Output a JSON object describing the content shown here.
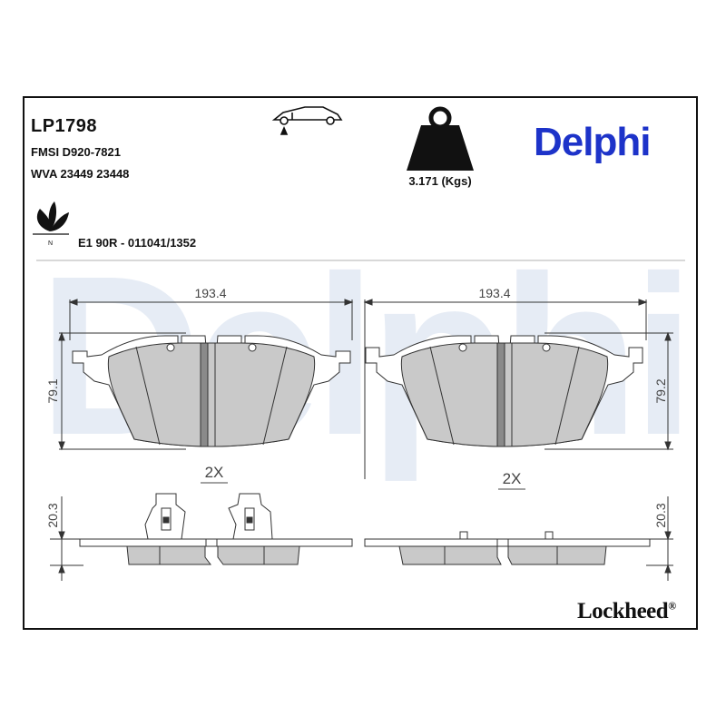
{
  "header": {
    "part_number": "LP1798",
    "fmsi": "FMSI D920-7821",
    "wva": "WVA 23449 23448",
    "certification": "E1 90R - 011041/1352"
  },
  "weight": {
    "label": "3.171 (Kgs)"
  },
  "brand": {
    "name": "Delphi",
    "color": "#1d33c9",
    "watermark_color": "#e6ecf5"
  },
  "sub_brand": {
    "name": "Lockheed",
    "mark": "®"
  },
  "icons": {
    "car": "car-front-axle-icon",
    "weight": "weight-icon",
    "eco": "eco-leaf-icon"
  },
  "eco_mark": {
    "glyph": "N"
  },
  "drawings": {
    "left_pad": {
      "width": "193.4",
      "height": "79.1",
      "quantity": "2X",
      "thickness": "20.3"
    },
    "right_pad": {
      "width": "193.4",
      "height": "79.2",
      "quantity": "2X",
      "thickness": "20.3"
    }
  }
}
